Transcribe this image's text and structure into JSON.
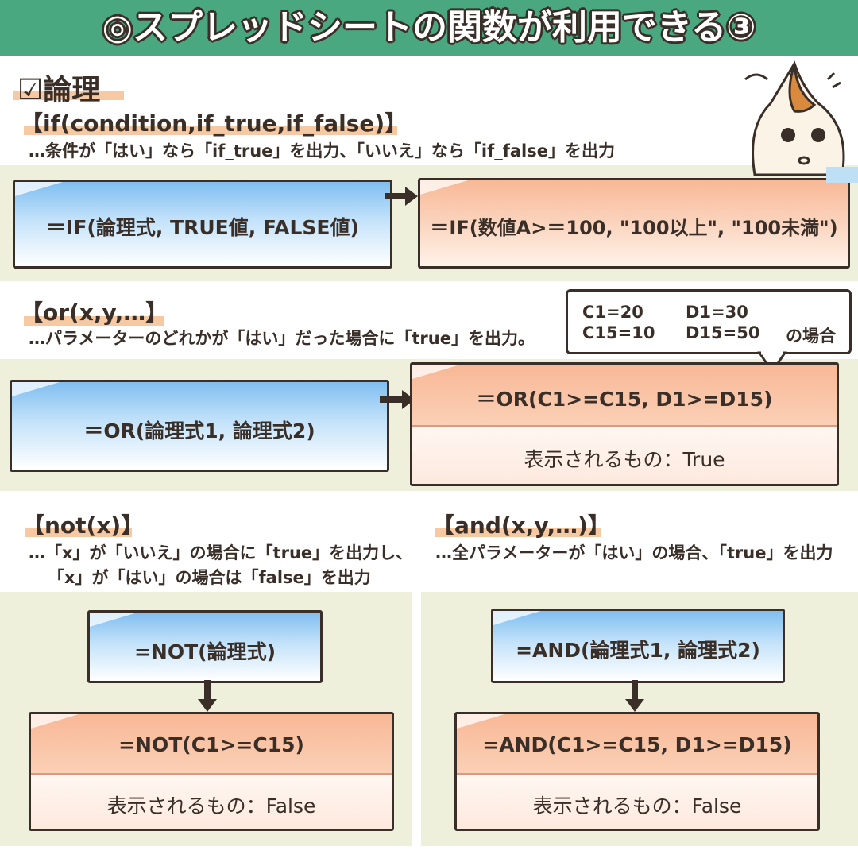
{
  "title": "◎スプレッドシートの関数が利用できる③",
  "section": {
    "checkbox": "☑",
    "label": "論理"
  },
  "if_block": {
    "heading": "【if(condition,if_true,if_false)】",
    "description": "…条件が「はい」なら「if_true」を出力、「いいえ」なら「if_false」を出力",
    "syntax": "＝IF(論理式, TRUE値, FALSE値)",
    "example": "＝IF(数値A>＝100, \"100以上\", \"100未満\")"
  },
  "or_block": {
    "heading": "【or(x,y,…】",
    "description": "…パラメーターのどれかが「はい」だった場合に「true」を出力。",
    "syntax": "＝OR(論理式1, 論理式2)",
    "example": "＝OR(C1>=C15, D1>=D15)",
    "result": "表示されるもの：True"
  },
  "note": {
    "c1": "C1=20",
    "d1": "D1=30",
    "c15": "C15=10",
    "d15": "D15=50",
    "suffix": "の場合"
  },
  "not_block": {
    "heading": "【not(x)】",
    "description_line1": "…「x」が「いいえ」の場合に「true」を出力し、",
    "description_line2": "「x」が「はい」の場合は「false」を出力",
    "syntax": "=NOT(論理式)",
    "example": "=NOT(C1>=C15)",
    "result": "表示されるもの：False"
  },
  "and_block": {
    "heading": "【and(x,y,…)】",
    "description": "…全パラメーターが「はい」の場合、「true」を出力",
    "syntax": "=AND(論理式1, 論理式2)",
    "example": "=AND(C1>=C15, D1>=D15)",
    "result": "表示されるもの：False"
  },
  "colors": {
    "title_bg": "#4aa880",
    "band_bg": "#eef0dc",
    "highlight": "#f6c9a2",
    "ink": "#3a2f28"
  },
  "icons": [
    "ballot-box-with-check-icon",
    "right-arrow-icon",
    "down-arrow-icon",
    "cat-mascot-illustration"
  ]
}
